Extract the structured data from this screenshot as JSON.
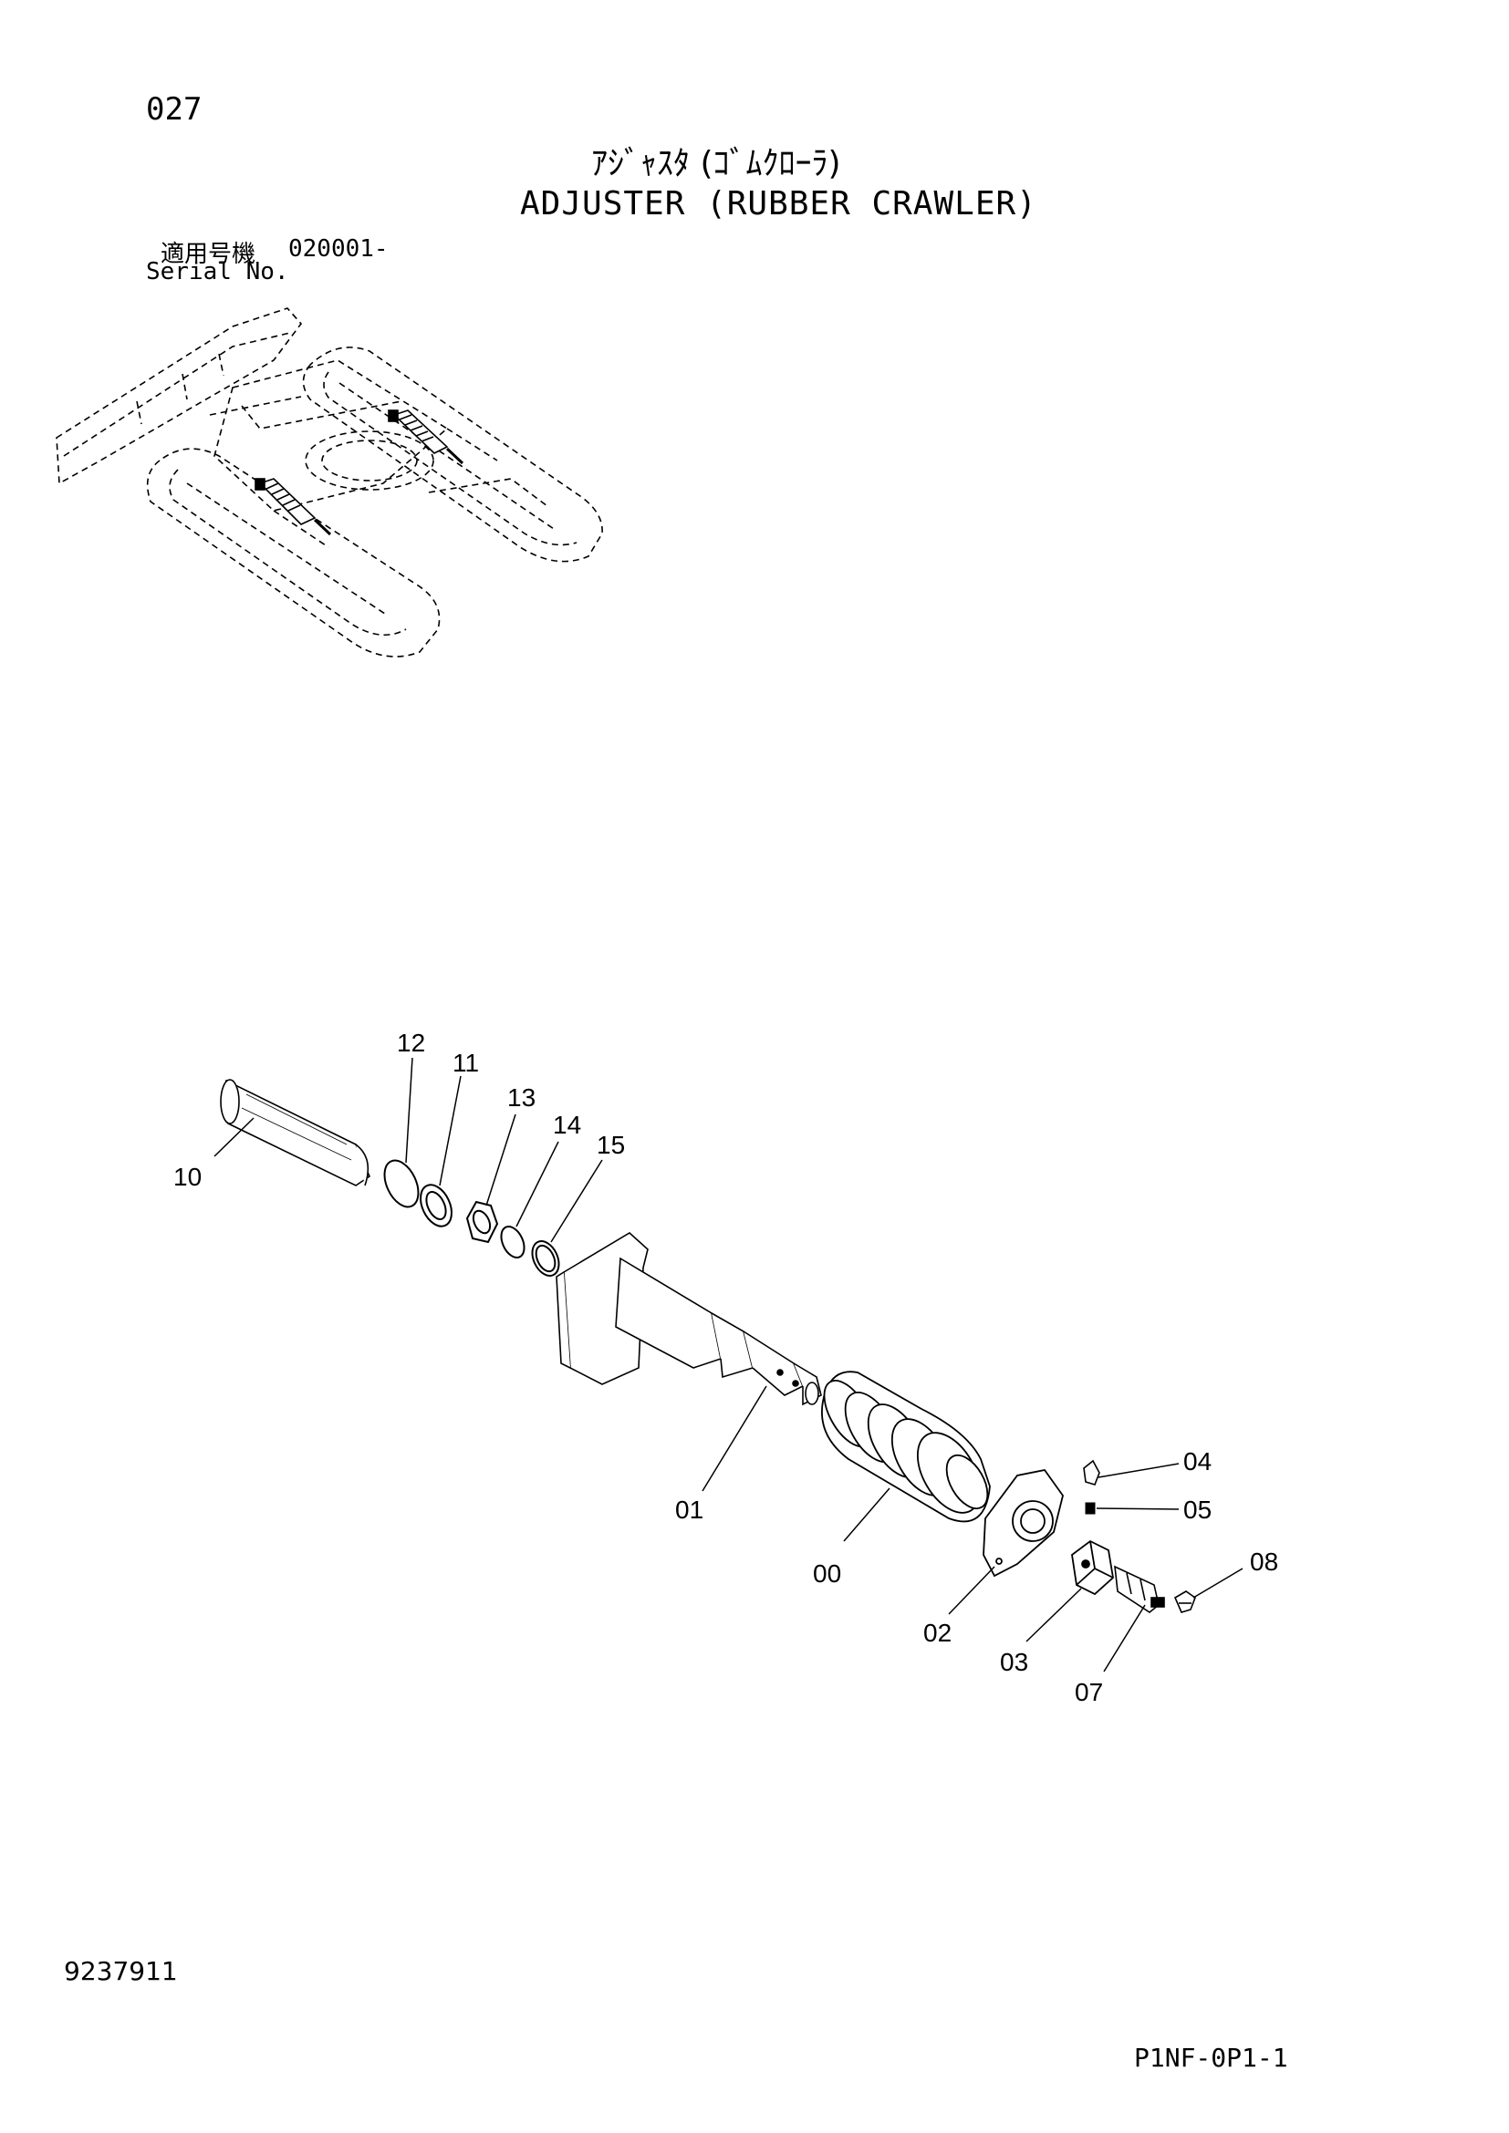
{
  "header": {
    "page_number": "027",
    "title_jp": "ｱｼﾞｬｽﾀ (ｺﾞﾑｸﾛｰﾗ)",
    "title_en": "ADJUSTER (RUBBER CRAWLER)",
    "serial_label_jp": "適用号機",
    "serial_value": "020001-",
    "serial_label_en": "Serial No."
  },
  "callouts": {
    "c00": "00",
    "c01": "01",
    "c02": "02",
    "c03": "03",
    "c04": "04",
    "c05": "05",
    "c07": "07",
    "c08": "08",
    "c10": "10",
    "c11": "11",
    "c12": "12",
    "c13": "13",
    "c14": "14",
    "c15": "15"
  },
  "footer": {
    "doc_number": "9237911",
    "page_code": "P1NF-0P1-1"
  }
}
